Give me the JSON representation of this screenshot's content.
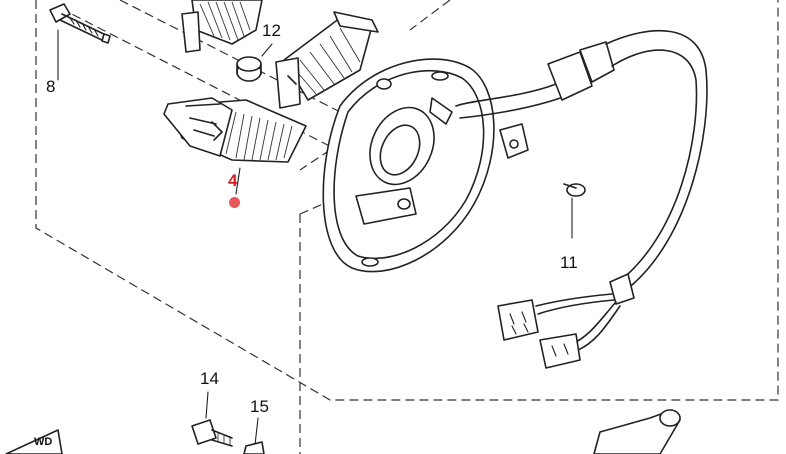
{
  "callouts": [
    {
      "id": "8",
      "text": "8",
      "highlighted": false
    },
    {
      "id": "12",
      "text": "12",
      "highlighted": false
    },
    {
      "id": "4",
      "text": "4",
      "highlighted": true
    },
    {
      "id": "11",
      "text": "11",
      "highlighted": false
    },
    {
      "id": "14",
      "text": "14",
      "highlighted": false
    },
    {
      "id": "15",
      "text": "15",
      "highlighted": false
    }
  ],
  "direction_arrow_text": "WD",
  "highlight_color": "#e43a3a"
}
